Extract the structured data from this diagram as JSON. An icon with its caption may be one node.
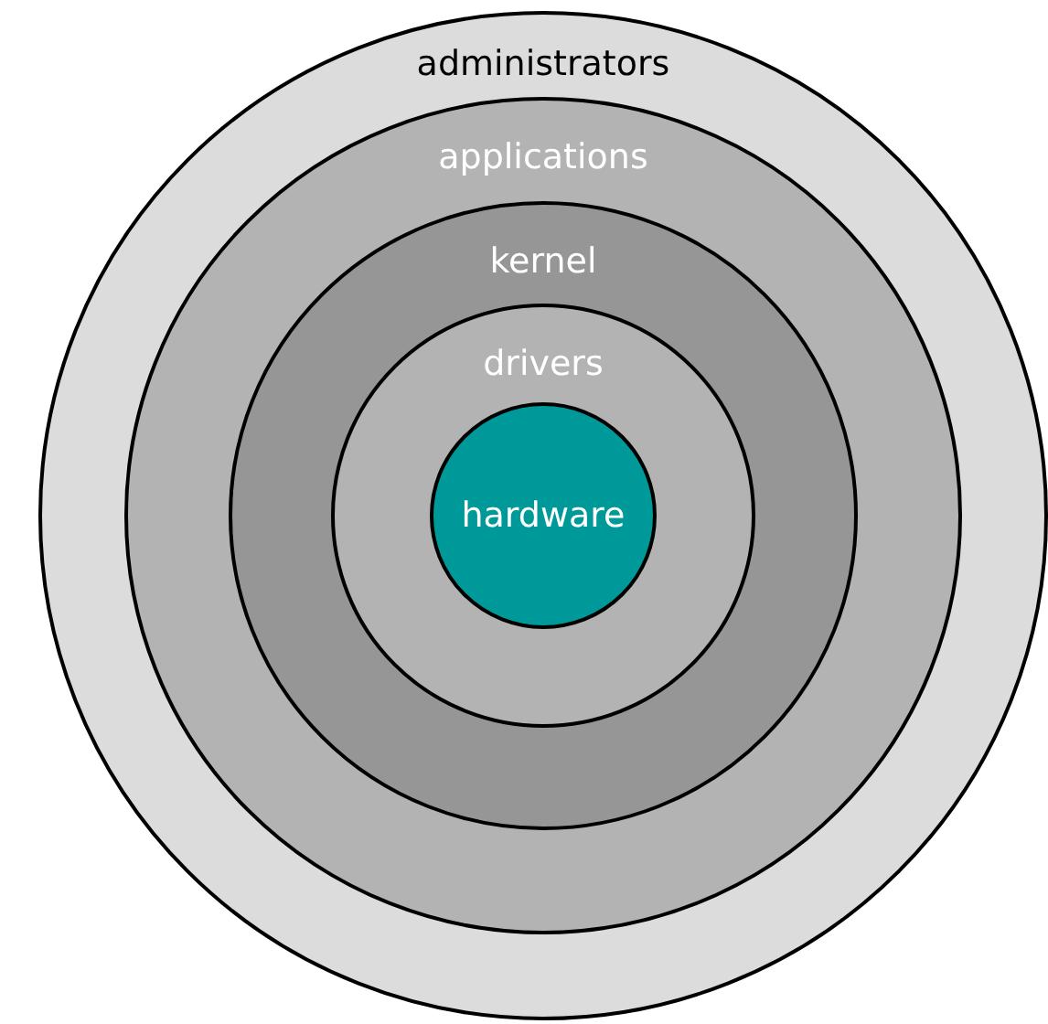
{
  "diagram": {
    "nodes": [
      {
        "text": [
          "administrators"
        ]
      },
      {
        "text": [
          "applications"
        ],
        "in": 0
      },
      {
        "text": [
          "kernel"
        ],
        "in": 1
      },
      {
        "text": [
          "drivers"
        ],
        "in": 2
      },
      {
        "text": [
          "hardware"
        ],
        "in": 3
      }
    ]
  }
}
